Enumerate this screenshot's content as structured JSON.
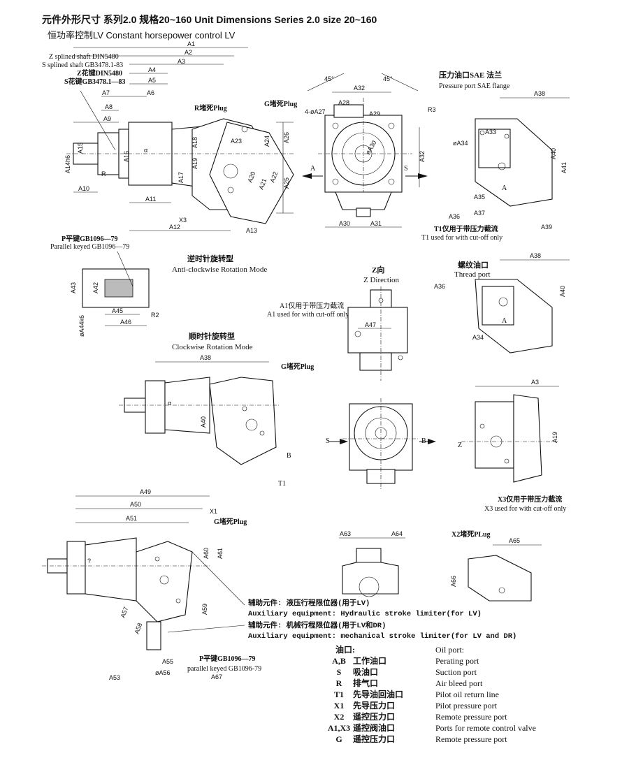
{
  "header": {
    "title": "元件外形尺寸 系列2.0  规格20~160    Unit Dimensions Series 2.0 size 20~160",
    "subtitle": "恒功率控制LV    Constant horsepower control LV"
  },
  "main_view": {
    "shaft_z_en": "Z splined shaft DIN5480",
    "shaft_s_en": "S splined shaft GB3478.1-83",
    "shaft_z_cn": "Z花键DIN5480",
    "shaft_s_cn": "S花键GB3478.1—83",
    "dims_top": [
      "A1",
      "A2",
      "A3",
      "A4",
      "A5",
      "A6",
      "A7",
      "A8",
      "A9",
      "A10",
      "A11",
      "A12",
      "A13"
    ],
    "dims_side": [
      "A15",
      "A16",
      "A14h6",
      "A17",
      "A18",
      "A19",
      "A20",
      "A21",
      "A22",
      "A23",
      "A24",
      "A25",
      "A26"
    ],
    "r_plug": "R堵死Plug",
    "g_plug": "G堵死Plug",
    "x3": "X3",
    "r_label": "R",
    "alpha": "α"
  },
  "front_view": {
    "angle_left": "45°",
    "angle_right": "45°",
    "dims": [
      "A32",
      "4-øA27",
      "A28",
      "A29",
      "A30",
      "A31",
      "A32"
    ],
    "r3": "R3",
    "phi_a30": "øA30",
    "a_label": "A",
    "s_label": "S"
  },
  "sae_view": {
    "title_cn": "压力油口SAE 法兰",
    "title_en": "Pressure port SAE flange",
    "dims": [
      "A38",
      "A33",
      "øA34",
      "A35",
      "A36",
      "A37",
      "A39",
      "A40",
      "A41"
    ],
    "t1_cn": "T1仅用于带压力截流",
    "t1_en": "T1 used for with cut-off only",
    "a_label": "A"
  },
  "keyed_view": {
    "p_cn": "P平键GB1096—79",
    "p_en": "Parallel keyed GB1096—79",
    "dims": [
      "A43",
      "A42",
      "A45",
      "A46",
      "øA44k6",
      "R2"
    ]
  },
  "anticlockwise": {
    "cn": "逆时针旋转型",
    "en": "Anti-clockwise Rotation Mode"
  },
  "z_direction": {
    "cn": "Z向",
    "en": "Z Direction",
    "a1_cn": "A1仅用于带压力截流",
    "a1_en": "A1 used for with cut-off only",
    "a47": "A47"
  },
  "thread_port": {
    "cn": "螺纹油口",
    "en": "Thread port",
    "dims": [
      "A38",
      "A36",
      "A40",
      "A34"
    ],
    "a_label": "A"
  },
  "clockwise": {
    "cn": "顺时针旋转型",
    "en": "Clockwise Rotation Mode",
    "a38": "A38",
    "a40": "A40",
    "g_plug": "G堵死Plug",
    "b_label": "B",
    "t1_label": "T1",
    "alpha": "α"
  },
  "bottom_front": {
    "s_label": "S",
    "b_label": "B"
  },
  "z_side": {
    "z_label": "Z",
    "a3": "A3",
    "a19": "A19",
    "x3_cn": "X3仅用于带压力截流",
    "x3_en": "X3 used for with cut-off only"
  },
  "aux_view": {
    "dims": [
      "A49",
      "A50",
      "A51",
      "A60",
      "A61",
      "A59",
      "A57",
      "A58",
      "A55",
      "øA56",
      "A53",
      "A67"
    ],
    "x1": "X1",
    "g_plug": "G堵死Plug",
    "p_cn": "P平键GB1096—79",
    "p_en": "parallel keyed GB1096-79",
    "q": "?"
  },
  "aux_notes": [
    {
      "cn": "辅助元件: 液压行程限位器(用于LV)",
      "en": "Auxiliary equipment: Hydraulic stroke limiter(for LV)"
    },
    {
      "cn": "辅助元件: 机械行程限位器(用于LV和DR)",
      "en": "Auxiliary equipment: mechanical stroke limiter(for LV and DR)"
    }
  ],
  "small_top": {
    "a63": "A63",
    "a64": "A64"
  },
  "x2_view": {
    "x2": "X2堵死PLug",
    "a65": "A65",
    "a66": "A66"
  },
  "legend": {
    "header_cn": "油口:",
    "header_en": "Oil port:",
    "rows": [
      {
        "code": "A,B",
        "cn": "工作油口",
        "en": "Perating port"
      },
      {
        "code": "S",
        "cn": "吸油口",
        "en": "Suction port"
      },
      {
        "code": "R",
        "cn": "排气口",
        "en": "Air bleed port"
      },
      {
        "code": "T1",
        "cn": "先导油回油口",
        "en": "Pilot oil return line"
      },
      {
        "code": "X1",
        "cn": "先导压力口",
        "en": "Pilot pressure port"
      },
      {
        "code": "X2",
        "cn": "遥控压力口",
        "en": "Remote pressure port"
      },
      {
        "code": "A1,X3",
        "cn": "遥控阀油口",
        "en": "Ports for remote control valve"
      },
      {
        "code": "G",
        "cn": "遥控压力口",
        "en": "Remote pressure port"
      }
    ]
  }
}
